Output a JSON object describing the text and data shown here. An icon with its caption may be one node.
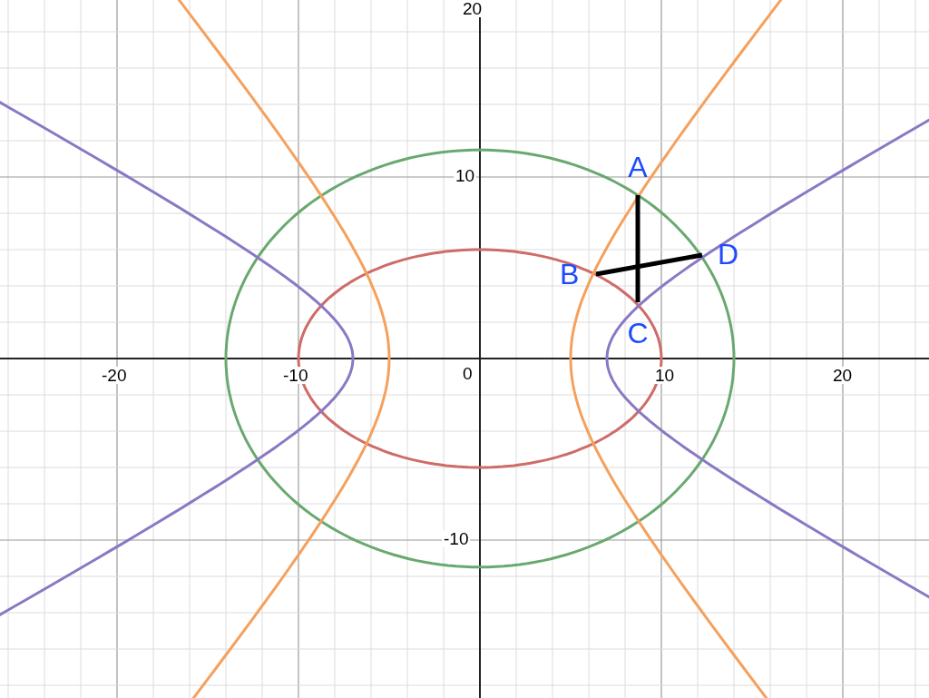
{
  "diagram": {
    "nodes": [
      {
        "text": [
          "A"
        ]
      },
      {
        "text": [
          "B"
        ]
      },
      {
        "text": [
          "C"
        ]
      },
      {
        "text": [
          "D"
        ]
      }
    ],
    "edges": [
      {
        "from": 0,
        "to": 2,
        "arrow": "none"
      },
      {
        "from": 1,
        "to": 3,
        "arrow": "none"
      }
    ],
    "labels": [
      "20",
      "10",
      "-20",
      "-10",
      "0",
      "10",
      "20",
      "-10"
    ]
  }
}
